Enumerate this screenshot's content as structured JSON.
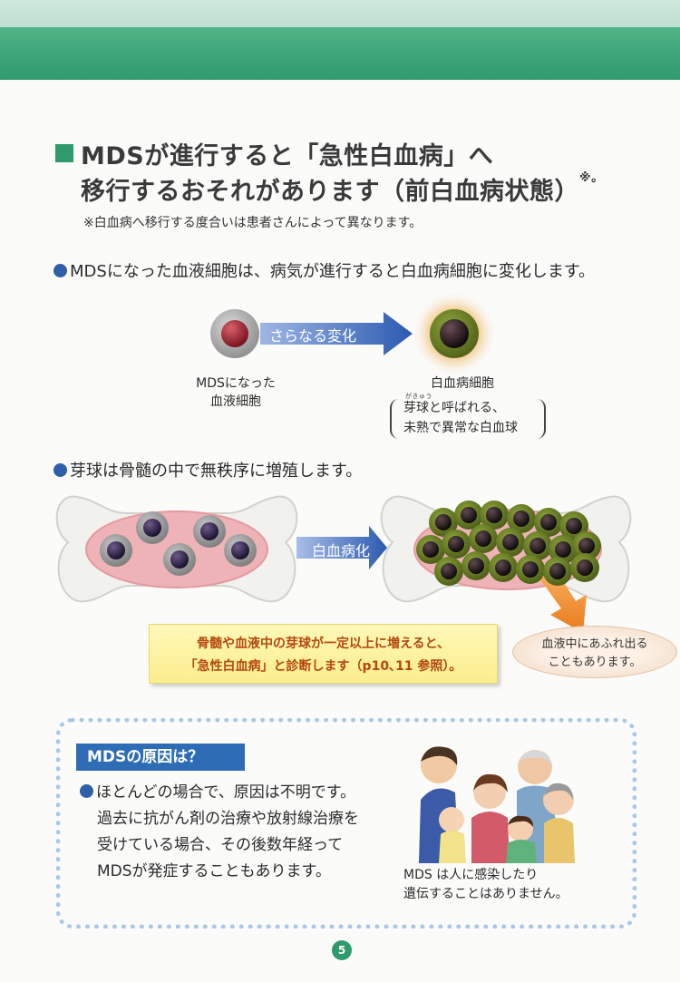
{
  "header": {
    "accent": "#2f9a6c"
  },
  "title": {
    "line1": "MDSが進行すると「急性白血病」へ",
    "line2": "移行するおそれがあります（前白血病状態）",
    "mark": "※。"
  },
  "note": "※白血病へ移行する度合いは患者さんによって異なります。",
  "section1": {
    "bullet": "MDSになった血液細胞は、病気が進行すると白血病細胞に変化します。",
    "arrow_label": "さらなる変化",
    "left_cell_line1": "MDSになった",
    "left_cell_line2": "血液細胞",
    "right_cell": "白血病細胞",
    "ruby": "がきゅう",
    "paren_line1": "芽球と呼ばれる、",
    "paren_line2": "未熟で異常な白血球"
  },
  "section2": {
    "bullet": "芽球は骨髄の中で無秩序に増殖します。",
    "arrow_label": "白血病化",
    "box_line1": "骨髄や血液中の芽球が一定以上に増えると、",
    "box_line2": "「急性白血病」と診断します（p10､11 参照）。",
    "overflow_line1": "血液中にあふれ出る",
    "overflow_line2": "こともあります。"
  },
  "cause": {
    "title": "MDSの原因は？",
    "line1": "ほとんどの場合で、原因は不明です。",
    "line2": "過去に抗がん剤の治療や放射線治療を",
    "line3": "受けている場合、その後数年経って",
    "line4": "MDSが発症することもあります。",
    "infect_line1": "MDS は人に感染したり",
    "infect_line2": "遺伝することはありません。"
  },
  "page_number": "5"
}
